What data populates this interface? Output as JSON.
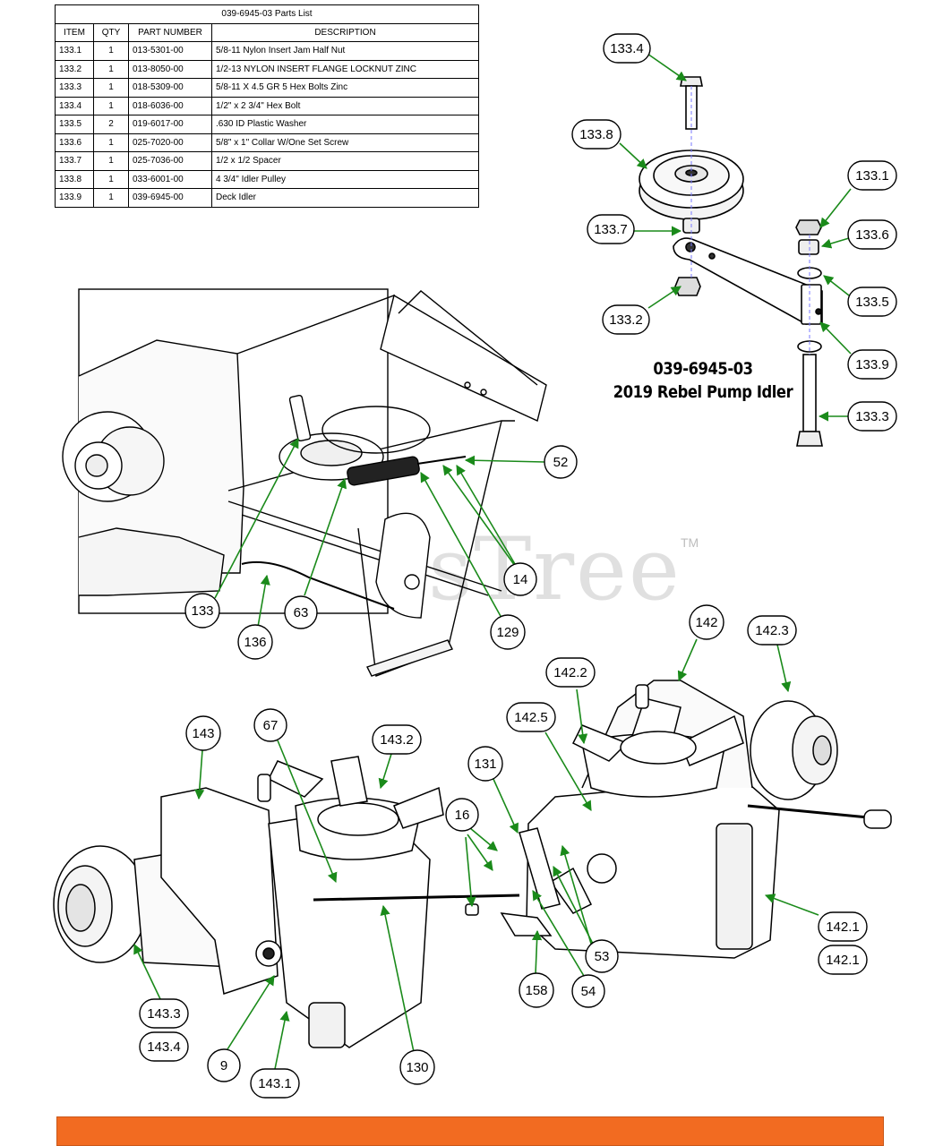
{
  "parts_list": {
    "title": "039-6945-03 Parts List",
    "columns": [
      "ITEM",
      "QTY",
      "PART NUMBER",
      "DESCRIPTION"
    ],
    "rows": [
      {
        "item": "133.1",
        "qty": "1",
        "part": "013-5301-00",
        "desc": "5/8-11 Nylon Insert Jam Half Nut"
      },
      {
        "item": "133.2",
        "qty": "1",
        "part": "013-8050-00",
        "desc": "1/2-13 NYLON  INSERT FLANGE LOCKNUT  ZINC"
      },
      {
        "item": "133.3",
        "qty": "1",
        "part": "018-5309-00",
        "desc": "5/8-11 X 4.5 GR 5 Hex Bolts Zinc"
      },
      {
        "item": "133.4",
        "qty": "1",
        "part": "018-6036-00",
        "desc": "1/2\" x 2 3/4\" Hex Bolt"
      },
      {
        "item": "133.5",
        "qty": "2",
        "part": "019-6017-00",
        "desc": ".630 ID Plastic Washer"
      },
      {
        "item": "133.6",
        "qty": "1",
        "part": "025-7020-00",
        "desc": "5/8\" x 1\" Collar W/One Set Screw"
      },
      {
        "item": "133.7",
        "qty": "1",
        "part": "025-7036-00",
        "desc": "1/2 x 1/2 Spacer"
      },
      {
        "item": "133.8",
        "qty": "1",
        "part": "033-6001-00",
        "desc": "4 3/4\" Idler Pulley"
      },
      {
        "item": "133.9",
        "qty": "1",
        "part": "039-6945-00",
        "desc": "Deck Idler"
      }
    ]
  },
  "assembly": {
    "number": "039-6945-03",
    "name": "2019 Rebel Pump Idler"
  },
  "watermark": {
    "text": "PartsTree",
    "tm": "TM"
  },
  "callouts": {
    "c133_4": "133.4",
    "c133_8": "133.8",
    "c133_7": "133.7",
    "c133_2": "133.2",
    "c133_1": "133.1",
    "c133_6": "133.6",
    "c133_5": "133.5",
    "c133_9": "133.9",
    "c133_3": "133.3",
    "c52": "52",
    "c14": "14",
    "c129": "129",
    "c133": "133",
    "c136": "136",
    "c63": "63",
    "c142": "142",
    "c142_3": "142.3",
    "c142_2": "142.2",
    "c142_5": "142.5",
    "c143": "143",
    "c67": "67",
    "c143_2": "143.2",
    "c131": "131",
    "c16": "16",
    "c142_1a": "142.1",
    "c142_1b": "142.1",
    "c53": "53",
    "c158": "158",
    "c54": "54",
    "c143_3": "143.3",
    "c143_4": "143.4",
    "c9": "9",
    "c143_1": "143.1",
    "c130": "130"
  },
  "colors": {
    "leader": "#1a8a1a",
    "banner": "#f26b21",
    "line": "#000000"
  }
}
